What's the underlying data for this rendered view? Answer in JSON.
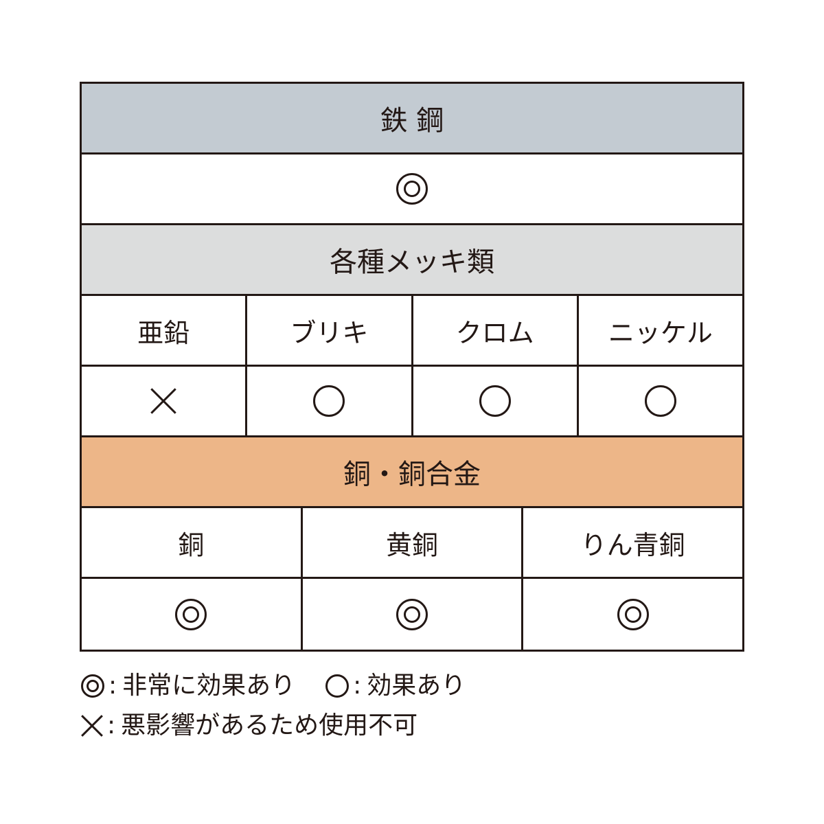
{
  "colors": {
    "border": "#231815",
    "steel_header": "#c3cbd2",
    "plating_header": "#dcdddd",
    "copper_header": "#edb688"
  },
  "sections": {
    "steel": {
      "title": "鉄 鋼",
      "items": [
        {
          "label": "",
          "rating": "double-circle"
        }
      ]
    },
    "plating": {
      "title": "各種メッキ類",
      "items": [
        {
          "label": "亜鉛",
          "rating": "cross"
        },
        {
          "label": "ブリキ",
          "rating": "circle"
        },
        {
          "label": "クロム",
          "rating": "circle"
        },
        {
          "label": "ニッケル",
          "rating": "circle"
        }
      ]
    },
    "copper": {
      "title": "銅・銅合金",
      "items": [
        {
          "label": "銅",
          "rating": "double-circle"
        },
        {
          "label": "黄銅",
          "rating": "double-circle"
        },
        {
          "label": "りん青銅",
          "rating": "double-circle"
        }
      ]
    }
  },
  "legend": {
    "double_circle": {
      "symbol": "◎",
      "text": "非常に効果あり"
    },
    "circle": {
      "symbol": "○",
      "text": "効果あり"
    },
    "cross": {
      "symbol": "×",
      "text": "悪影響があるため使用不可"
    },
    "separator": ":"
  }
}
